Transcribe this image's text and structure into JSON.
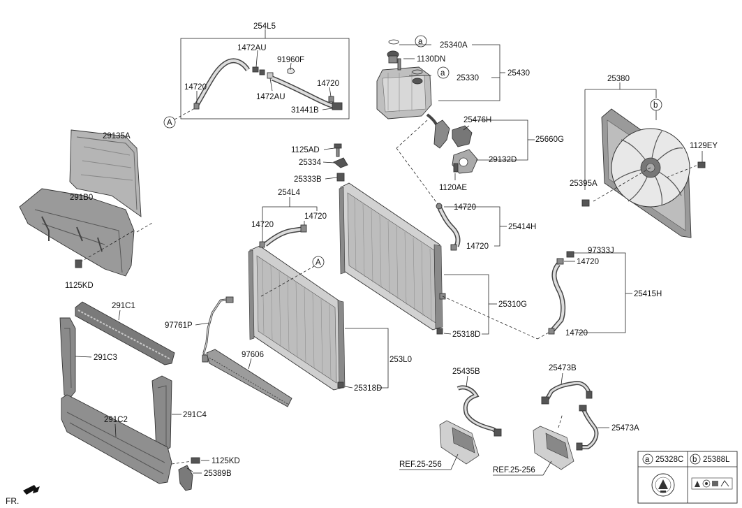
{
  "labels": {
    "l254L5": "254L5",
    "l1472AU_a": "1472AU",
    "l91960F": "91960F",
    "l14720_a": "14720",
    "l14720_b": "14720",
    "l1472AU_b": "1472AU",
    "l31441B": "31441B",
    "l29135A": "29135A",
    "l291B0": "291B0",
    "l1125KD_a": "1125KD",
    "l1125AD": "1125AD",
    "l25334": "25334",
    "l25333B": "25333B",
    "l254L4": "254L4",
    "l14720_c": "14720",
    "l14720_d": "14720",
    "l25340A": "25340A",
    "l1130DN": "1130DN",
    "l25330": "25330",
    "l25430": "25430",
    "l25476H": "25476H",
    "l25660G": "25660G",
    "l29132D": "29132D",
    "l1120AE": "1120AE",
    "l25380": "25380",
    "l1129EY": "1129EY",
    "l25395A": "25395A",
    "l14720_e": "14720",
    "l25414H": "25414H",
    "l14720_f": "14720",
    "l97333J": "97333J",
    "l14720_g": "14720",
    "l25415H": "25415H",
    "l14720_h": "14720",
    "l25310G": "25310G",
    "l25318D_a": "25318D",
    "l291C1": "291C1",
    "l291C3": "291C3",
    "l97761P": "97761P",
    "l97606": "97606",
    "l253L0": "253L0",
    "l25318D_b": "25318D",
    "l291C2": "291C2",
    "l291C4": "291C4",
    "l1125KD_b": "1125KD",
    "l25389B": "25389B",
    "l25435B": "25435B",
    "l25473B": "25473B",
    "l25473A": "25473A",
    "lREF_a": "REF.25-256",
    "lREF_b": "REF.25-256",
    "fr": "FR."
  },
  "callouts": {
    "A": "A",
    "a": "a",
    "b": "b"
  },
  "legend": {
    "a_part": "25328C",
    "b_part": "25388L"
  }
}
